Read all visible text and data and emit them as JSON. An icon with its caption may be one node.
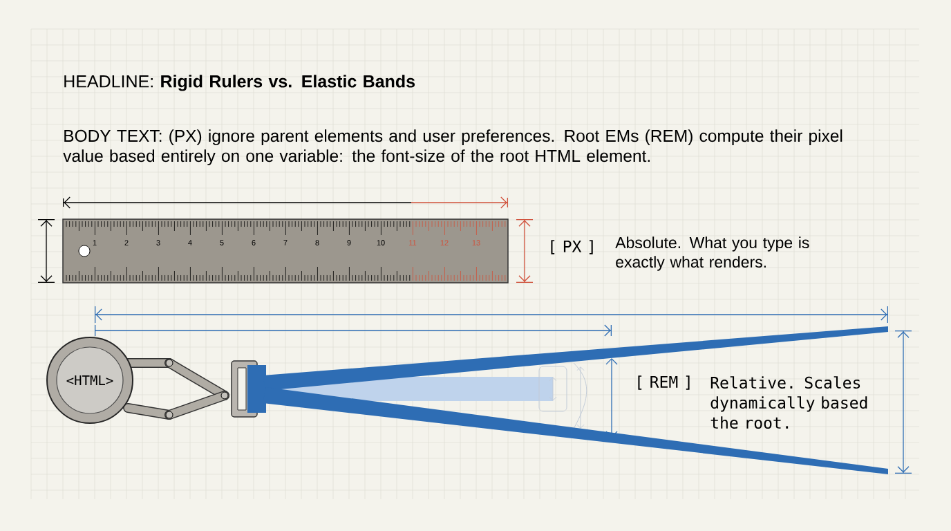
{
  "diagram": {
    "nodes": [
      {
        "text": [
          "<HTML>"
        ]
      }
    ],
    "labels": [
      "HEADLINE: **Rigid Rulers vs. Elastic Bands**",
      "BODY TEXT: (PX) ignore parent elements and user preferences. Root EMs (REM) compute their pixel value based entirely on one variable: the font-size of the root HTML element.",
      "1",
      "2",
      "3",
      "4",
      "5",
      "6",
      "7",
      "8",
      "9",
      "10",
      "11",
      "12",
      "13",
      "[ PX ]",
      "Absolute. What you type is exactly what renders.",
      "[ REM ]",
      "Relative. Scales dynamically based the root."
    ]
  }
}
